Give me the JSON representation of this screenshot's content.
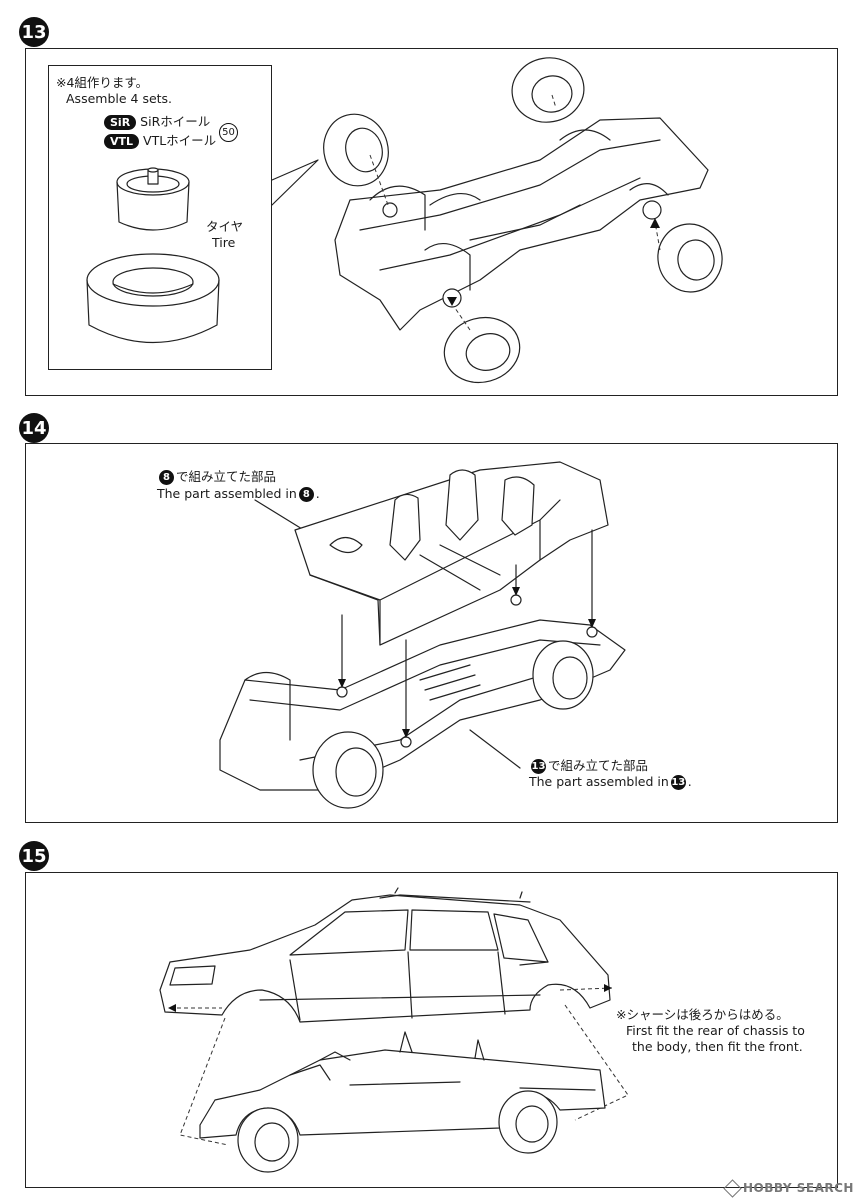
{
  "steps": {
    "step13": {
      "number": "13",
      "note_jp": "※4組作ります。",
      "note_en": "Assemble 4 sets.",
      "wheel_sir_badge": "SiR",
      "wheel_sir_label": "SiRホイール",
      "wheel_vtl_badge": "VTL",
      "wheel_vtl_label": "VTLホイール",
      "part_number": "50",
      "tire_jp": "タイヤ",
      "tire_en": "Tire"
    },
    "step14": {
      "number": "14",
      "part8_ref": "8",
      "part8_jp_suffix": "で組み立てた部品",
      "part8_en_prefix": "The part assembled in",
      "part13_ref": "13",
      "part13_jp_suffix": "で組み立てた部品",
      "part13_en_prefix": "The part assembled in"
    },
    "step15": {
      "number": "15",
      "note_jp": "※シャーシは後ろからはめる。",
      "note_en_line1": "First fit the rear of chassis to",
      "note_en_line2": "the body, then fit the front."
    }
  },
  "watermark": {
    "brand": "HOBBY SEARCH"
  }
}
